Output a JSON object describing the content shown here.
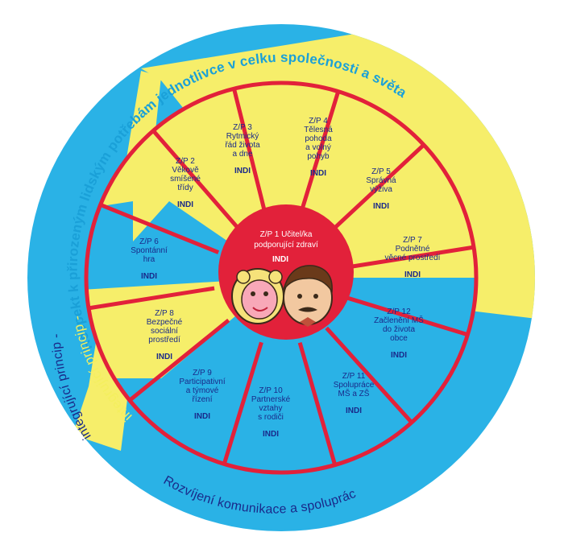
{
  "colors": {
    "blue": "#2ab2e6",
    "yellow": "#f6ee6a",
    "red": "#e2213a",
    "text_blue": "#1aa0d8",
    "navy": "#1a2a8a",
    "white": "#ffffff"
  },
  "outer_ring": {
    "top_text": "Respekt k přirozeným lidským potřebám jednotlivce v celku společnosti a světa",
    "left_text": "integrující princip -",
    "left_text_outer": "integrující princip -",
    "bottom_text": "Rozvíjení komunikace a spolupráce"
  },
  "center": {
    "lines": [
      "Z/P 1 Učitel/ka",
      "podporující zdraví"
    ],
    "tag": "INDI",
    "illustration": "two-cartoon-children-faces"
  },
  "segments": [
    {
      "id": 2,
      "lines": [
        "Z/P 2",
        "Věkově",
        "smíšené",
        "třídy"
      ],
      "tag": "INDI",
      "fill": "yellow"
    },
    {
      "id": 3,
      "lines": [
        "Z/P 3",
        "Rytmický",
        "řád života",
        "a dne"
      ],
      "tag": "INDI",
      "fill": "yellow"
    },
    {
      "id": 4,
      "lines": [
        "Z/P 4",
        "Tělesná",
        "pohoda",
        "a volný",
        "pohyb"
      ],
      "tag": "INDI",
      "fill": "yellow"
    },
    {
      "id": 5,
      "lines": [
        "Z/P 5",
        "Správná",
        "výživa"
      ],
      "tag": "INDI",
      "fill": "yellow"
    },
    {
      "id": 7,
      "lines": [
        "Z/P 7",
        "Podnětné",
        "věcné prostředí"
      ],
      "tag": "INDI",
      "fill": "yellow"
    },
    {
      "id": 12,
      "lines": [
        "Z/P 12",
        "Začlenění MŠ",
        "do života",
        "obce"
      ],
      "tag": "INDI",
      "fill": "blue"
    },
    {
      "id": 11,
      "lines": [
        "Z/P 11",
        "Spolupráce",
        "MŠ a ZŠ"
      ],
      "tag": "INDI",
      "fill": "blue"
    },
    {
      "id": 10,
      "lines": [
        "Z/P 10",
        "Partnerské",
        "vztahy",
        "s rodiči"
      ],
      "tag": "INDI",
      "fill": "blue"
    },
    {
      "id": 9,
      "lines": [
        "Z/P 9",
        "Participativní",
        "a týmové",
        "řízení"
      ],
      "tag": "INDI",
      "fill": "blue"
    },
    {
      "id": 8,
      "lines": [
        "Z/P 8",
        "Bezpečné",
        "sociální",
        "prostředí"
      ],
      "tag": "INDI",
      "fill": "yellow"
    },
    {
      "id": 6,
      "lines": [
        "Z/P 6",
        "Spontánní",
        "hra"
      ],
      "tag": "INDI",
      "fill": "blue"
    }
  ]
}
